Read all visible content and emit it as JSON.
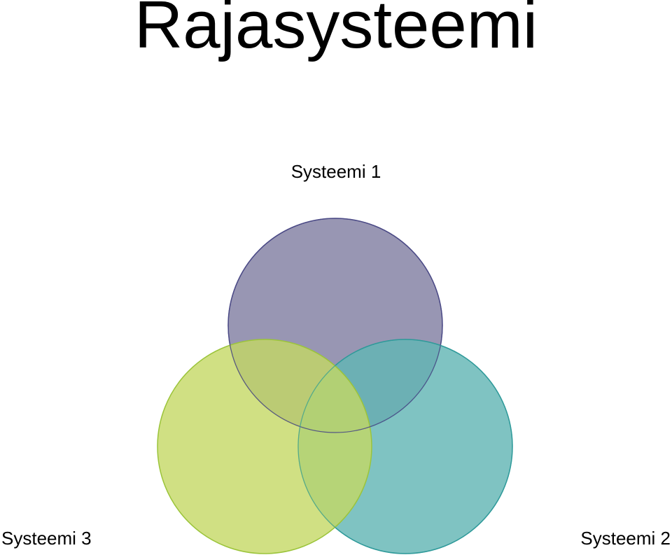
{
  "title": "Rajasysteemi",
  "systems": [
    {
      "label": "Systeemi 1",
      "fill": "#8a88a8",
      "stroke": "#4b4a86"
    },
    {
      "label": "Systeemi 2",
      "fill": "#63b6b4",
      "stroke": "#2f9a9a"
    },
    {
      "label": "Systeemi 3",
      "fill": "#c4d864",
      "stroke": "#9bc43a"
    }
  ]
}
